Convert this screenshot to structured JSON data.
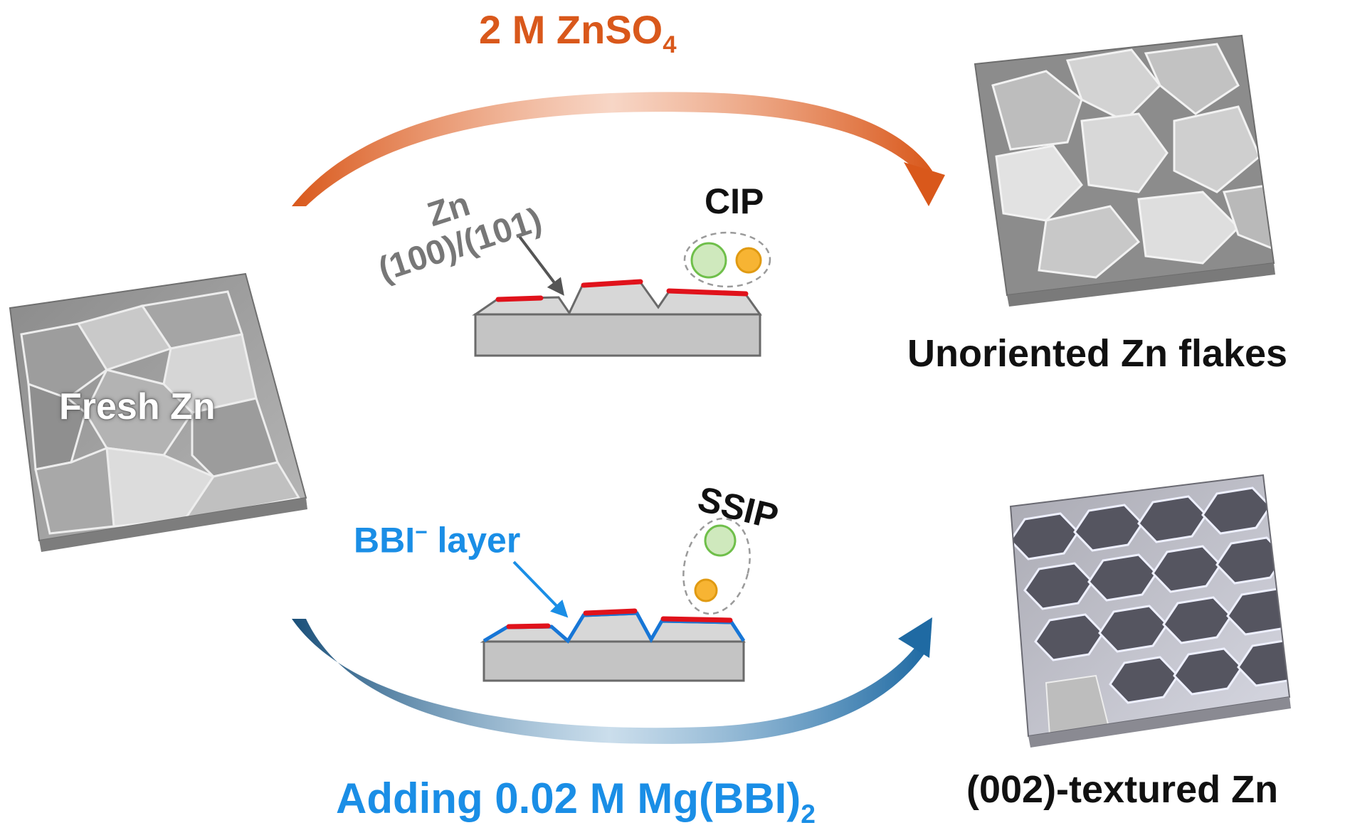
{
  "colors": {
    "top_accent": "#d9581b",
    "bottom_accent": "#1a8ee6",
    "zn_label_gray": "#777777",
    "red_layer": "#e0121b",
    "blue_layer": "#1776d6",
    "cation_green": "#8ecf6b",
    "anion_orange": "#f5a623",
    "substrate_gray": "#c4c4c4",
    "text_dark": "#111111",
    "text_white": "#ffffff"
  },
  "labels": {
    "top_electrolyte": {
      "main": "2 M ZnSO",
      "sub": "4"
    },
    "bottom_electrolyte": {
      "main": "Adding 0.02 M Mg(BBI)",
      "sub": "2"
    },
    "fresh_zn": "Fresh Zn",
    "unoriented_result": "Unoriented Zn flakes",
    "textured_result": "(002)-textured Zn",
    "cip": "CIP",
    "ssip": "SSIP",
    "zn_facet_line1": "Zn",
    "zn_facet_line2": "(100)/(101)",
    "bbi_layer": {
      "main": "BBI",
      "sup": "−",
      "rest": " layer"
    }
  },
  "icons": {
    "fresh_zn_surface": "polycrystalline-zn-surface-icon",
    "unoriented_surface": "zn-flakes-surface-icon",
    "textured_surface": "hexagonal-textured-zn-icon",
    "top_arrow": "curved-arrow-right-icon",
    "bottom_arrow": "curved-arrow-right-icon"
  }
}
